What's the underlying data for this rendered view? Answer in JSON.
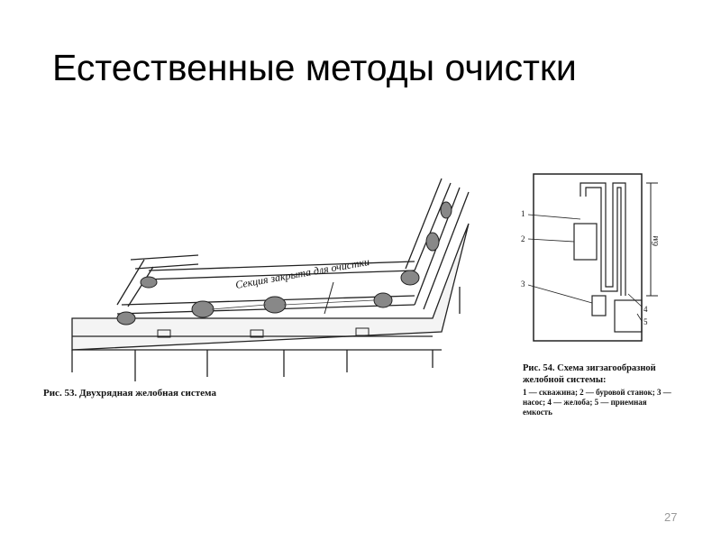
{
  "slide": {
    "title": "Естественные методы очистки",
    "page_number": "27"
  },
  "figure53": {
    "caption": "Рис. 53. Двухрядная желобная система",
    "label_section": "Секция закрыта для очистки"
  },
  "figure54": {
    "caption_header": "Рис. 54. Схема зигзагообразной желобной системы:",
    "legend": "1 — скважина; 2 — буровой станок; 3 — насос; 4 — желоба; 5 — приемная емкость",
    "labels": [
      "1",
      "2",
      "3",
      "4",
      "5"
    ],
    "dimension": "6м"
  }
}
